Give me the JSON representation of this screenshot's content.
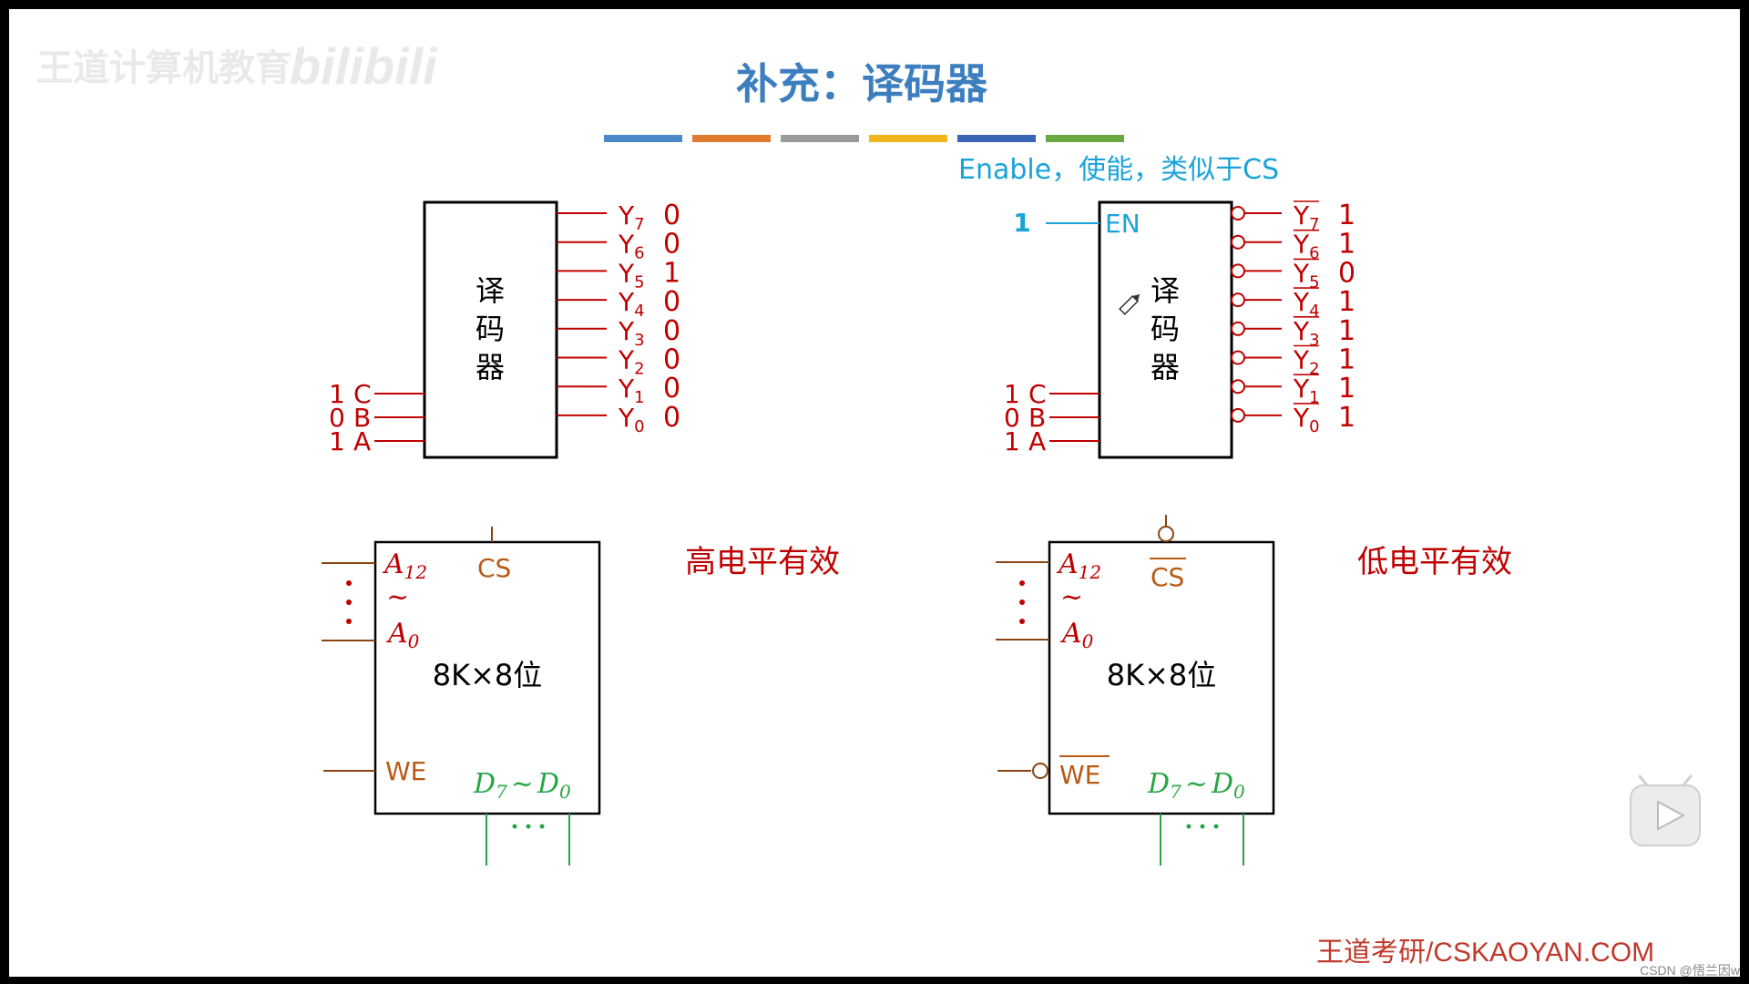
{
  "watermark": {
    "channel": "王道计算机教育",
    "site": "bilibili"
  },
  "slide": {
    "title": "补充：译码器",
    "enable_note": "Enable，使能，类似于CS",
    "color_bar": [
      "#4a8ac8",
      "#e07a2e",
      "#9a9a9a",
      "#f0b41c",
      "#3a64b4",
      "#6aa840"
    ],
    "left_decoder": {
      "body": [
        "译",
        "码",
        "器"
      ],
      "inputs": [
        {
          "value": "1",
          "name": "C"
        },
        {
          "value": "0",
          "name": "B"
        },
        {
          "value": "1",
          "name": "A"
        }
      ],
      "outputs": [
        {
          "name": "Y",
          "sub": "7",
          "value": "0"
        },
        {
          "name": "Y",
          "sub": "6",
          "value": "0"
        },
        {
          "name": "Y",
          "sub": "5",
          "value": "1"
        },
        {
          "name": "Y",
          "sub": "4",
          "value": "0"
        },
        {
          "name": "Y",
          "sub": "3",
          "value": "0"
        },
        {
          "name": "Y",
          "sub": "2",
          "value": "0"
        },
        {
          "name": "Y",
          "sub": "1",
          "value": "0"
        },
        {
          "name": "Y",
          "sub": "0",
          "value": "0"
        }
      ]
    },
    "right_decoder": {
      "body": [
        "译",
        "码",
        "器"
      ],
      "enable_label": "EN",
      "enable_value": "1",
      "inputs": [
        {
          "value": "1",
          "name": "C"
        },
        {
          "value": "0",
          "name": "B"
        },
        {
          "value": "1",
          "name": "A"
        }
      ],
      "outputs": [
        {
          "name": "Y",
          "sub": "7",
          "value": "1"
        },
        {
          "name": "Y",
          "sub": "6",
          "value": "1"
        },
        {
          "name": "Y",
          "sub": "5",
          "value": "0"
        },
        {
          "name": "Y",
          "sub": "4",
          "value": "1"
        },
        {
          "name": "Y",
          "sub": "3",
          "value": "1"
        },
        {
          "name": "Y",
          "sub": "2",
          "value": "1"
        },
        {
          "name": "Y",
          "sub": "1",
          "value": "1"
        },
        {
          "name": "Y",
          "sub": "0",
          "value": "1"
        }
      ]
    },
    "left_chip": {
      "addr_high": "A",
      "addr_high_sub": "12",
      "tilde": "~",
      "addr_low": "A",
      "addr_low_sub": "0",
      "cs": "CS",
      "capacity": "8K×8位",
      "we": "WE",
      "data_hi": "D",
      "data_hi_sub": "7",
      "data_sep": "~",
      "data_lo": "D",
      "data_lo_sub": "0",
      "caption": "高电平有效"
    },
    "right_chip": {
      "addr_high": "A",
      "addr_high_sub": "12",
      "tilde": "~",
      "addr_low": "A",
      "addr_low_sub": "0",
      "cs": "CS",
      "capacity": "8K×8位",
      "we": "WE",
      "data_hi": "D",
      "data_hi_sub": "7",
      "data_sep": "~",
      "data_lo": "D",
      "data_lo_sub": "0",
      "caption": "低电平有效"
    },
    "footer": "王道考研/CSKAOYAN.COM",
    "credit": "CSDN @悟兰因w"
  }
}
